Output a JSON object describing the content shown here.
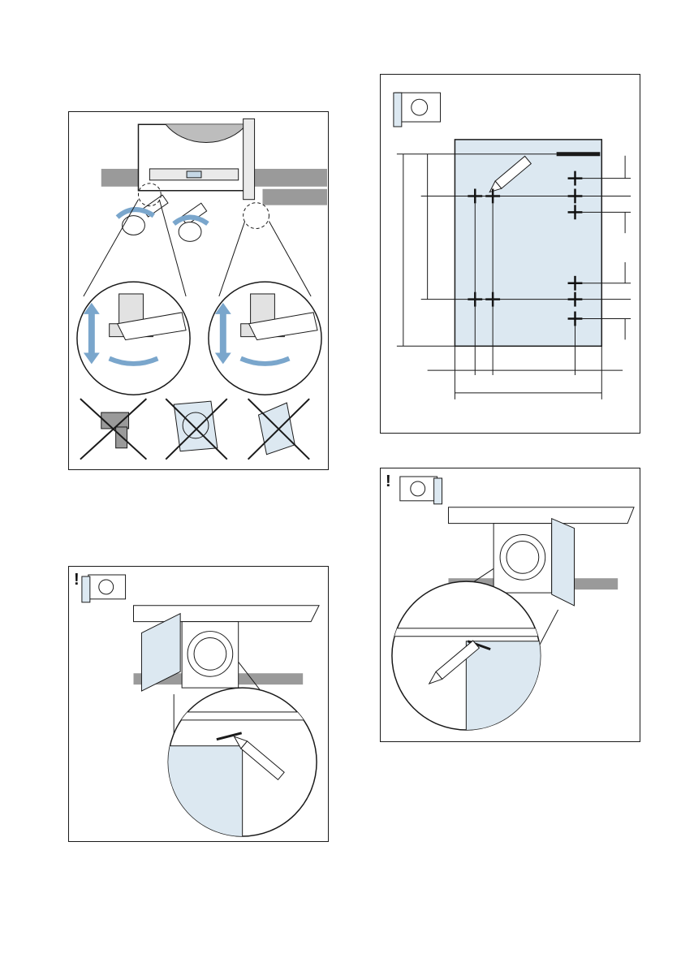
{
  "page": {
    "background": "#ffffff"
  },
  "panels": [
    {
      "id": "feet-adjustment",
      "caution_mark": ""
    },
    {
      "id": "door-height-template",
      "caution_mark": "!"
    },
    {
      "id": "mark-door-left-hinge",
      "caution_mark": "!"
    },
    {
      "id": "mark-door-right-hinge",
      "caution_mark": "!"
    }
  ],
  "colors": {
    "outline": "#1a1a1a",
    "panel_fill": "#dce8f1",
    "arrow_blue": "#7aa6cc",
    "floor_gray": "#999999",
    "cross": "#111111"
  },
  "icons": [
    "pencil-icon",
    "wrench-icon",
    "spirit-level-icon",
    "drill-icon",
    "cross-out-icon",
    "appliance-thumbnail-icon"
  ]
}
